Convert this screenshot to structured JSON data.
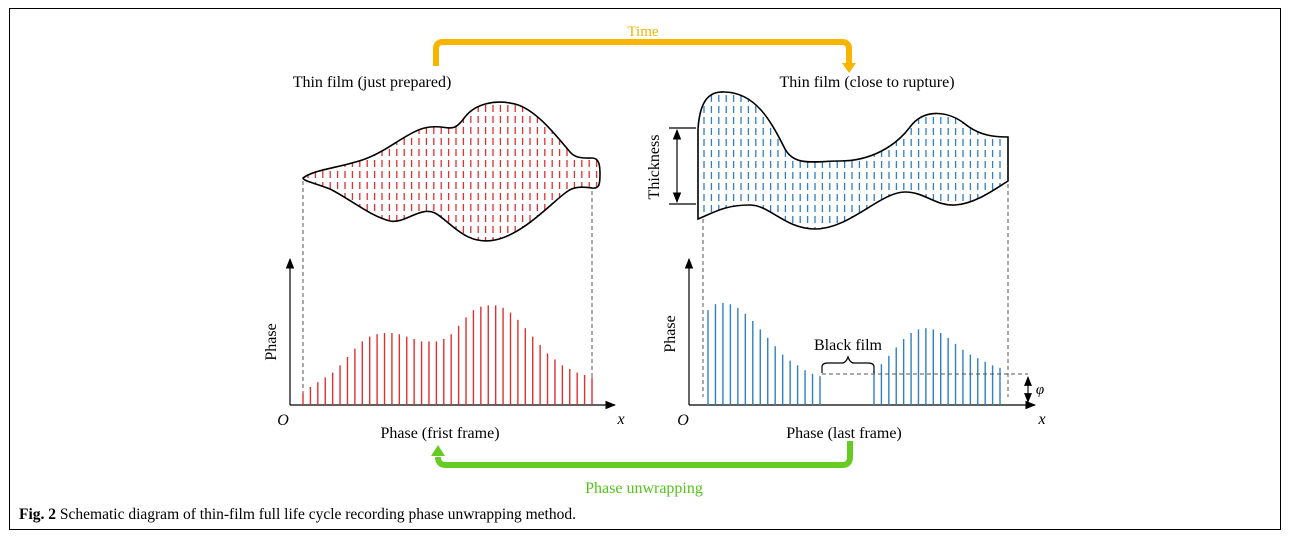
{
  "figure": {
    "time_label": "Time",
    "left_title": "Thin film (just prepared)",
    "right_title": "Thin film (close to rupture)",
    "thickness_label": "Thickness",
    "phase_axis_label": "Phase",
    "origin_label": "O",
    "x_axis_label": "x",
    "left_xlabel": "Phase (frist frame)",
    "right_xlabel": "Phase (last frame)",
    "black_film_label": "Black film",
    "phi_label": "φ",
    "phase_unwrapping_label": "Phase unwrapping",
    "colors": {
      "time_arrow": "#f7b500",
      "unwrap_arrow": "#66cc22",
      "time_text": "#f0b400",
      "unwrap_text": "#55c21a",
      "red_series": "#e03030",
      "blue_series": "#2f7fc1"
    },
    "left_phase_values": [
      0.1,
      0.15,
      0.19,
      0.23,
      0.27,
      0.33,
      0.4,
      0.47,
      0.53,
      0.57,
      0.59,
      0.6,
      0.6,
      0.59,
      0.57,
      0.55,
      0.53,
      0.53,
      0.53,
      0.55,
      0.59,
      0.66,
      0.73,
      0.79,
      0.82,
      0.83,
      0.83,
      0.81,
      0.77,
      0.71,
      0.64,
      0.57,
      0.5,
      0.43,
      0.38,
      0.33,
      0.3,
      0.27,
      0.25,
      0.23
    ],
    "right_phase_values_left": [
      0.79,
      0.84,
      0.85,
      0.84,
      0.81,
      0.76,
      0.7,
      0.63,
      0.56,
      0.49,
      0.42,
      0.37,
      0.33,
      0.29,
      0.26,
      0.24
    ],
    "right_phase_values_right": [
      0.28,
      0.34,
      0.41,
      0.48,
      0.55,
      0.6,
      0.63,
      0.64,
      0.63,
      0.6,
      0.56,
      0.51,
      0.46,
      0.42,
      0.39,
      0.36,
      0.33,
      0.31
    ]
  },
  "caption": {
    "label": "Fig. 2",
    "text": " Schematic diagram of thin-film full life cycle recording phase unwrapping method."
  }
}
